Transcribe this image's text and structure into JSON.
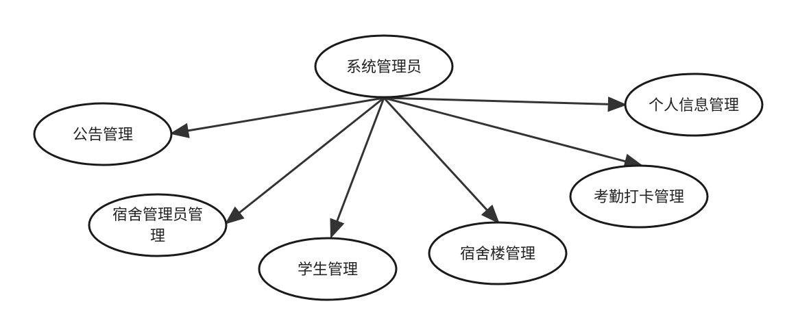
{
  "diagram": {
    "root": {
      "label": "系统管理员"
    },
    "children": [
      {
        "id": "notice",
        "label": "公告管理"
      },
      {
        "id": "personal",
        "label": "个人信息管理"
      },
      {
        "id": "attendance",
        "label": "考勤打卡管理"
      },
      {
        "id": "dorm-admin",
        "label_line1": "宿舍管理员管",
        "label_line2": "理"
      },
      {
        "id": "student",
        "label": "学生管理"
      },
      {
        "id": "building",
        "label": "宿舍楼管理"
      }
    ],
    "colors": {
      "stroke": "#1a1a1a",
      "edge": "#333333",
      "background": "#ffffff"
    }
  }
}
